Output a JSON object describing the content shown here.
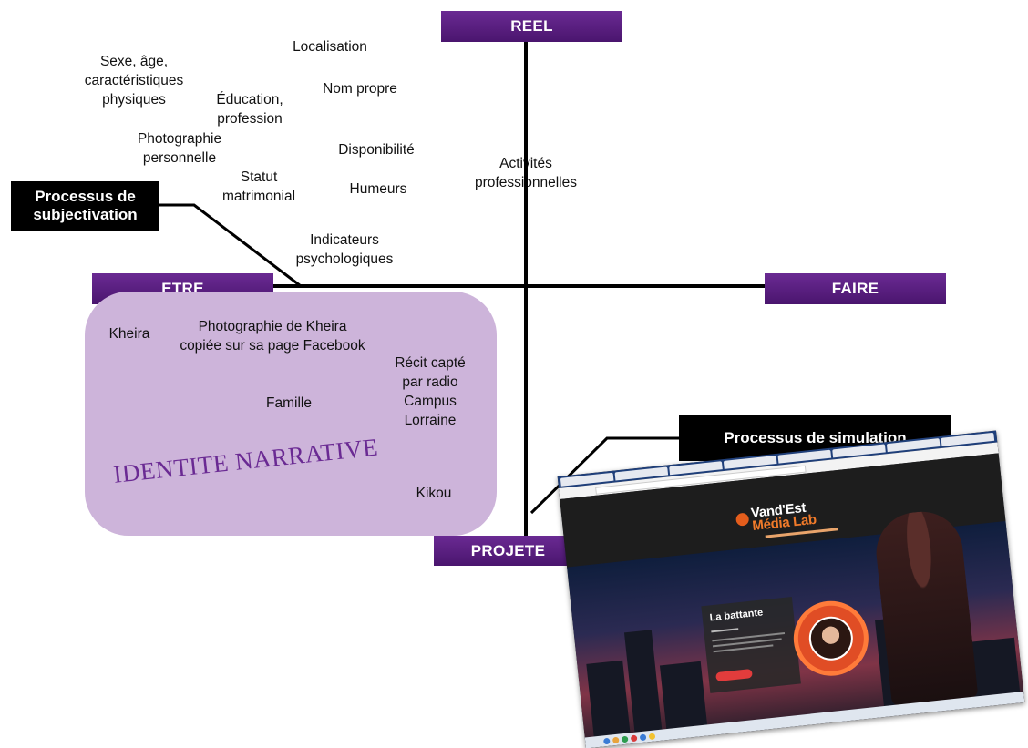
{
  "axes": {
    "top": "REEL",
    "left": "ETRE",
    "right": "FAIRE",
    "bottom": "PROJETE"
  },
  "processes": {
    "subjectivation": [
      "Processus de",
      "subjectivation"
    ],
    "simulation": "Processus de simulation"
  },
  "upper_left_terms": {
    "sexe": [
      "Sexe, âge,",
      "caractéristiques",
      "physiques"
    ],
    "localisation": "Localisation",
    "education": [
      "Éducation,",
      "profession"
    ],
    "nom_propre": "Nom propre",
    "photographie": [
      "Photographie",
      "personnelle"
    ],
    "disponibilite": "Disponibilité",
    "statut": [
      "Statut",
      "matrimonial"
    ],
    "humeurs": "Humeurs",
    "indicateurs": [
      "Indicateurs",
      "psychologiques"
    ]
  },
  "upper_right_terms": {
    "activites": [
      "Activités",
      "professionnelles"
    ]
  },
  "narrative_terms": {
    "kheira": "Kheira",
    "photo_kheira": [
      "Photographie de Kheira",
      "copiée sur sa page Facebook"
    ],
    "recit": [
      "Récit capté",
      "par radio",
      "Campus",
      "Lorraine"
    ],
    "famille": "Famille",
    "kikou": "Kikou",
    "title": "IDENTITE NARRATIVE"
  },
  "screenshot": {
    "logo_line1": "Vand'Est",
    "logo_line2": "Média Lab",
    "card_title": "La battante"
  },
  "colors": {
    "purple": "#5b1f83",
    "narrative_fill": "#cdb4da",
    "narrative_text": "#6a2a93"
  }
}
